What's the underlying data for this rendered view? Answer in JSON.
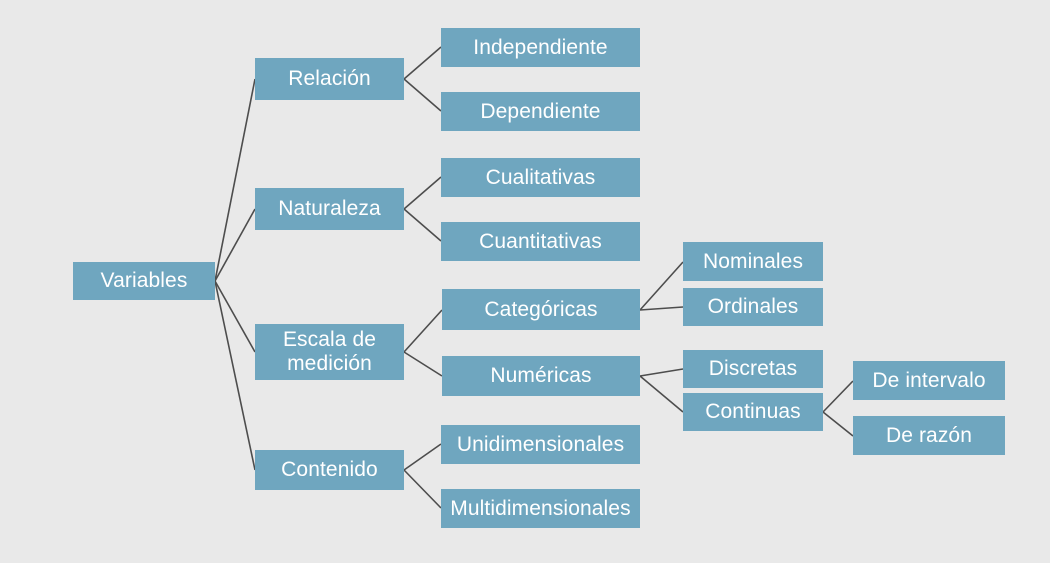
{
  "diagram": {
    "title": "Variables",
    "type": "tree-diagram",
    "background_color": "#e9e9e9",
    "node_color": "#6fa6bf",
    "node_text_color": "#ffffff",
    "edge_color": "#4d4d4d",
    "nodes": {
      "root": {
        "label": "Variables"
      },
      "relacion": {
        "label": "Relación"
      },
      "independiente": {
        "label": "Independiente"
      },
      "dependiente": {
        "label": "Dependiente"
      },
      "naturaleza": {
        "label": "Naturaleza"
      },
      "cualitativas": {
        "label": "Cualitativas"
      },
      "cuantitativas": {
        "label": "Cuantitativas"
      },
      "escala": {
        "label": "Escala de\nmedición"
      },
      "categoricas": {
        "label": "Categóricas"
      },
      "nominales": {
        "label": "Nominales"
      },
      "ordinales": {
        "label": "Ordinales"
      },
      "numericas": {
        "label": "Numéricas"
      },
      "discretas": {
        "label": "Discretas"
      },
      "continuas": {
        "label": "Continuas"
      },
      "de_intervalo": {
        "label": "De intervalo"
      },
      "de_razon": {
        "label": "De razón"
      },
      "contenido": {
        "label": "Contenido"
      },
      "unidimensionales": {
        "label": "Unidimensionales"
      },
      "multidimensionales": {
        "label": "Multidimensionales"
      }
    }
  }
}
